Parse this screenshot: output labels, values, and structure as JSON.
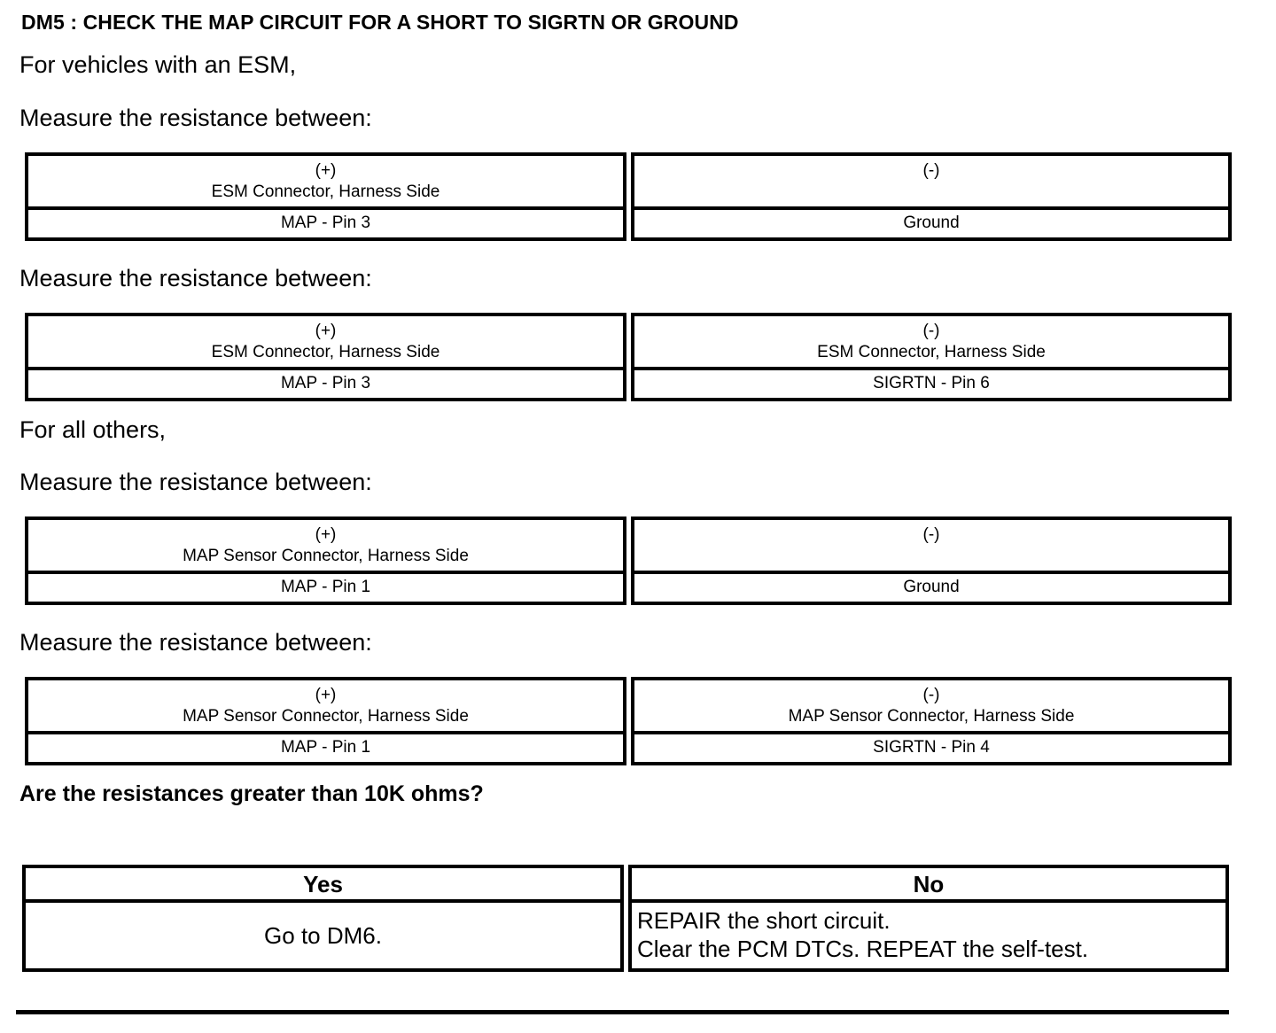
{
  "document": {
    "title": "DM5 : CHECK THE MAP CIRCUIT FOR A SHORT TO SIGRTN OR GROUND",
    "intro_esm": "For vehicles with an ESM,",
    "intro_all_others": "For all others,",
    "measure_label_1": "Measure the resistance between:",
    "measure_label_2": "Measure the resistance between:",
    "measure_label_3": "Measure the resistance between:",
    "measure_label_4": "Measure the resistance between:",
    "question": "Are the resistances greater than 10K ohms?"
  },
  "tables": [
    {
      "name": "esm-ground",
      "positive": {
        "sign": "(+)",
        "source": "ESM Connector, Harness Side",
        "pin": "MAP - Pin 3"
      },
      "negative": {
        "sign": "(-)",
        "source": "",
        "pin": "Ground"
      }
    },
    {
      "name": "esm-sigrtn",
      "positive": {
        "sign": "(+)",
        "source": "ESM Connector, Harness Side",
        "pin": "MAP - Pin 3"
      },
      "negative": {
        "sign": "(-)",
        "source": "ESM Connector, Harness Side",
        "pin": "SIGRTN - Pin 6"
      }
    },
    {
      "name": "map-sensor-ground",
      "positive": {
        "sign": "(+)",
        "source": "MAP Sensor Connector, Harness Side",
        "pin": "MAP - Pin 1"
      },
      "negative": {
        "sign": "(-)",
        "source": "",
        "pin": "Ground"
      }
    },
    {
      "name": "map-sensor-sigrtn",
      "positive": {
        "sign": "(+)",
        "source": "MAP Sensor Connector, Harness Side",
        "pin": "MAP - Pin 1"
      },
      "negative": {
        "sign": "(-)",
        "source": "MAP Sensor Connector, Harness Side",
        "pin": "SIGRTN - Pin 4"
      }
    }
  ],
  "answer_table": {
    "yes_header": "Yes",
    "no_header": "No",
    "yes_action": "Go to DM6.",
    "no_action_line1": "REPAIR the short circuit.",
    "no_action_line2": "Clear the PCM DTCs. REPEAT the self-test."
  }
}
